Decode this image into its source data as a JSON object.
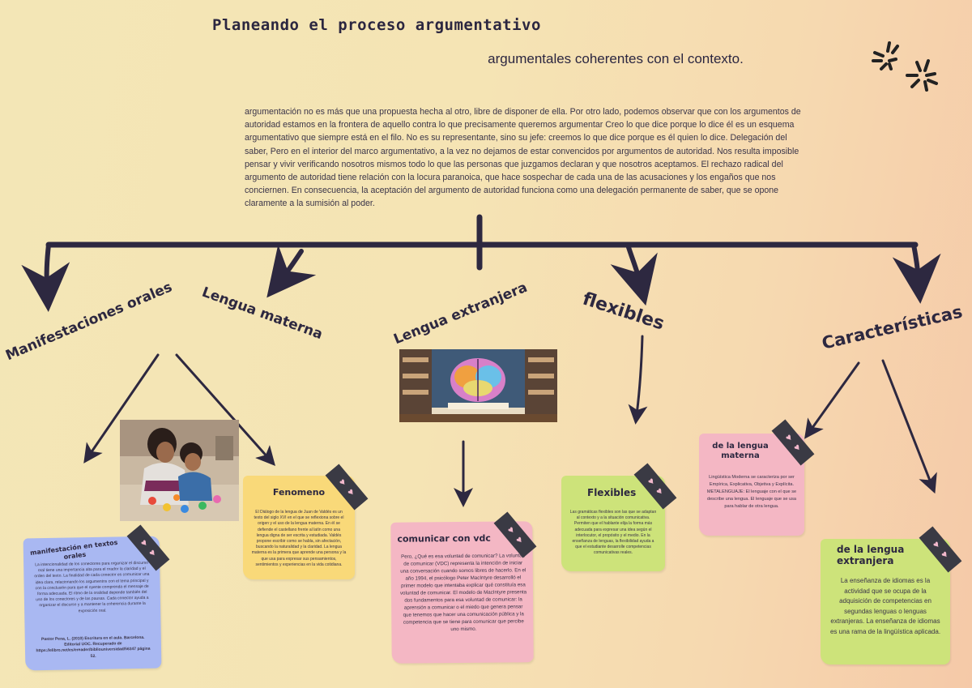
{
  "header": {
    "title": "Planeando el proceso argumentativo",
    "subtitle": "argumentales coherentes con el contexto."
  },
  "intro_text": "argumentación no es más que una propuesta hecha al otro, libre de disponer de ella. Por otro lado, podemos observar que con los argumentos de autoridad estamos en la frontera de aquello contra lo que precisamente queremos argumentar Creo lo que dice porque lo dice él es un esquema argumentativo que siempre está en el filo. No es su representante, sino su jefe: creemos lo que dice porque es él quien lo dice. Delegación del saber, Pero en el interior del marco argumentativo, a la vez no dejamos de estar convencidos por argumentos de autoridad. Nos resulta imposible pensar y vivir verificando nosotros mismos todo lo que las personas que juzgamos declaran y que nosotros aceptamos. El rechazo radical del argumento de autoridad tiene relación con la locura paranoica, que hace sospechar de cada una de las acusaciones y los engaños que nos conciernen. En consecuencia, la aceptación del argumento de autoridad funciona como una delegación permanente de saber, que se opone claramente a la sumisión al poder.",
  "branches": {
    "b1": "Manifestaciones orales",
    "b2": "Lengua materna",
    "b3": "Lengua extranjera",
    "b4": "flexibles",
    "b5": "Características"
  },
  "notes": {
    "oral": {
      "title": "manifestación en textos orales",
      "body": "La intencionalidad de los conectores para organizar el discurso oral tiene una importancia alta para el orador la claridad y el orden del texto. La finalidad de cada conector es comunicar una idea clara, relacionando los argumentos con el tema principal y con la conclusión para que el oyente comprenda el mensaje de forma adecuada. El ritmo de la oralidad depende también del uso de los conectores y de las pausas. Cada conector ayuda a organizar el discurso y a mantener la coherencia durante la exposición oral.",
      "ref": "Pastor Pena, L. (2010) Escritura en el aula. Barcelona. Editorial UOC. Recuperado de https://elibro.net/es/ereader/bibliouniversidad/56347 página 52."
    },
    "fenomeno": {
      "title": "Fenomeno",
      "body": "El Diálogo de la lengua de Juan de Valdés es un texto del siglo XVI en el que se reflexiona sobre el origen y el uso de la lengua materna. En él se defiende el castellano frente al latín como una lengua digna de ser escrita y estudiada. Valdés propone escribir como se habla, sin afectación, buscando la naturalidad y la claridad. La lengua materna es la primera que aprende una persona y la que usa para expresar sus pensamientos, sentimientos y experiencias en la vida cotidiana."
    },
    "vdc": {
      "title": "comunicar con vdc",
      "body": "Pero, ¿Qué es esa voluntad de comunicar? La voluntad de comunicar (VDC) representa la intención de iniciar una conversación cuando somos libres de hacerlo. En el año 1994, el psicólogo Peter MacIntyre desarrolló el primer modelo que intentaba explicar qué constituía esa voluntad de comunicar. El modelo de MacIntyre presenta dos fundamentos para esa voluntad de comunicar: la aprensión a comunicar o el miedo que genera pensar que tenemos que hacer una comunicación pública y la competencia que se tiene para comunicar que percibe uno mismo."
    },
    "flexibles": {
      "title": "Flexibles",
      "body": "Las gramáticas flexibles son las que se adaptan al contexto y a la situación comunicativa. Permiten que el hablante elija la forma más adecuada para expresar una idea según el interlocutor, el propósito y el medio. En la enseñanza de lenguas, la flexibilidad ayuda a que el estudiante desarrolle competencias comunicativas reales."
    },
    "materna2": {
      "title": "de la lengua materna",
      "body": "Lingüística Moderna se caracteriza por ser Empírica, Explicativa, Objetiva y Explícita. METALENGUAJE: El lenguaje con el que se describe una lengua. El lenguaje que se usa para hablar de otra lengua."
    },
    "extranjera2": {
      "title": "de la lengua extranjera",
      "body": "La enseñanza de idiomas es la actividad que se ocupa de la adquisición de competencias en segundas lenguas o lenguas extranjeras. La enseñanza de idiomas es una rama de la lingüística aplicada."
    }
  },
  "images": {
    "children": "photo-children-playing-blocks",
    "brain": "illustration-brain-library"
  },
  "colors": {
    "background": "#f4e2b4",
    "line": "#2d2840",
    "note_blue": "#a9b8f2",
    "note_yellow": "#f9d979",
    "note_pink": "#f4b7c4",
    "note_green": "#cde37a",
    "tape": "#3a3a44"
  }
}
